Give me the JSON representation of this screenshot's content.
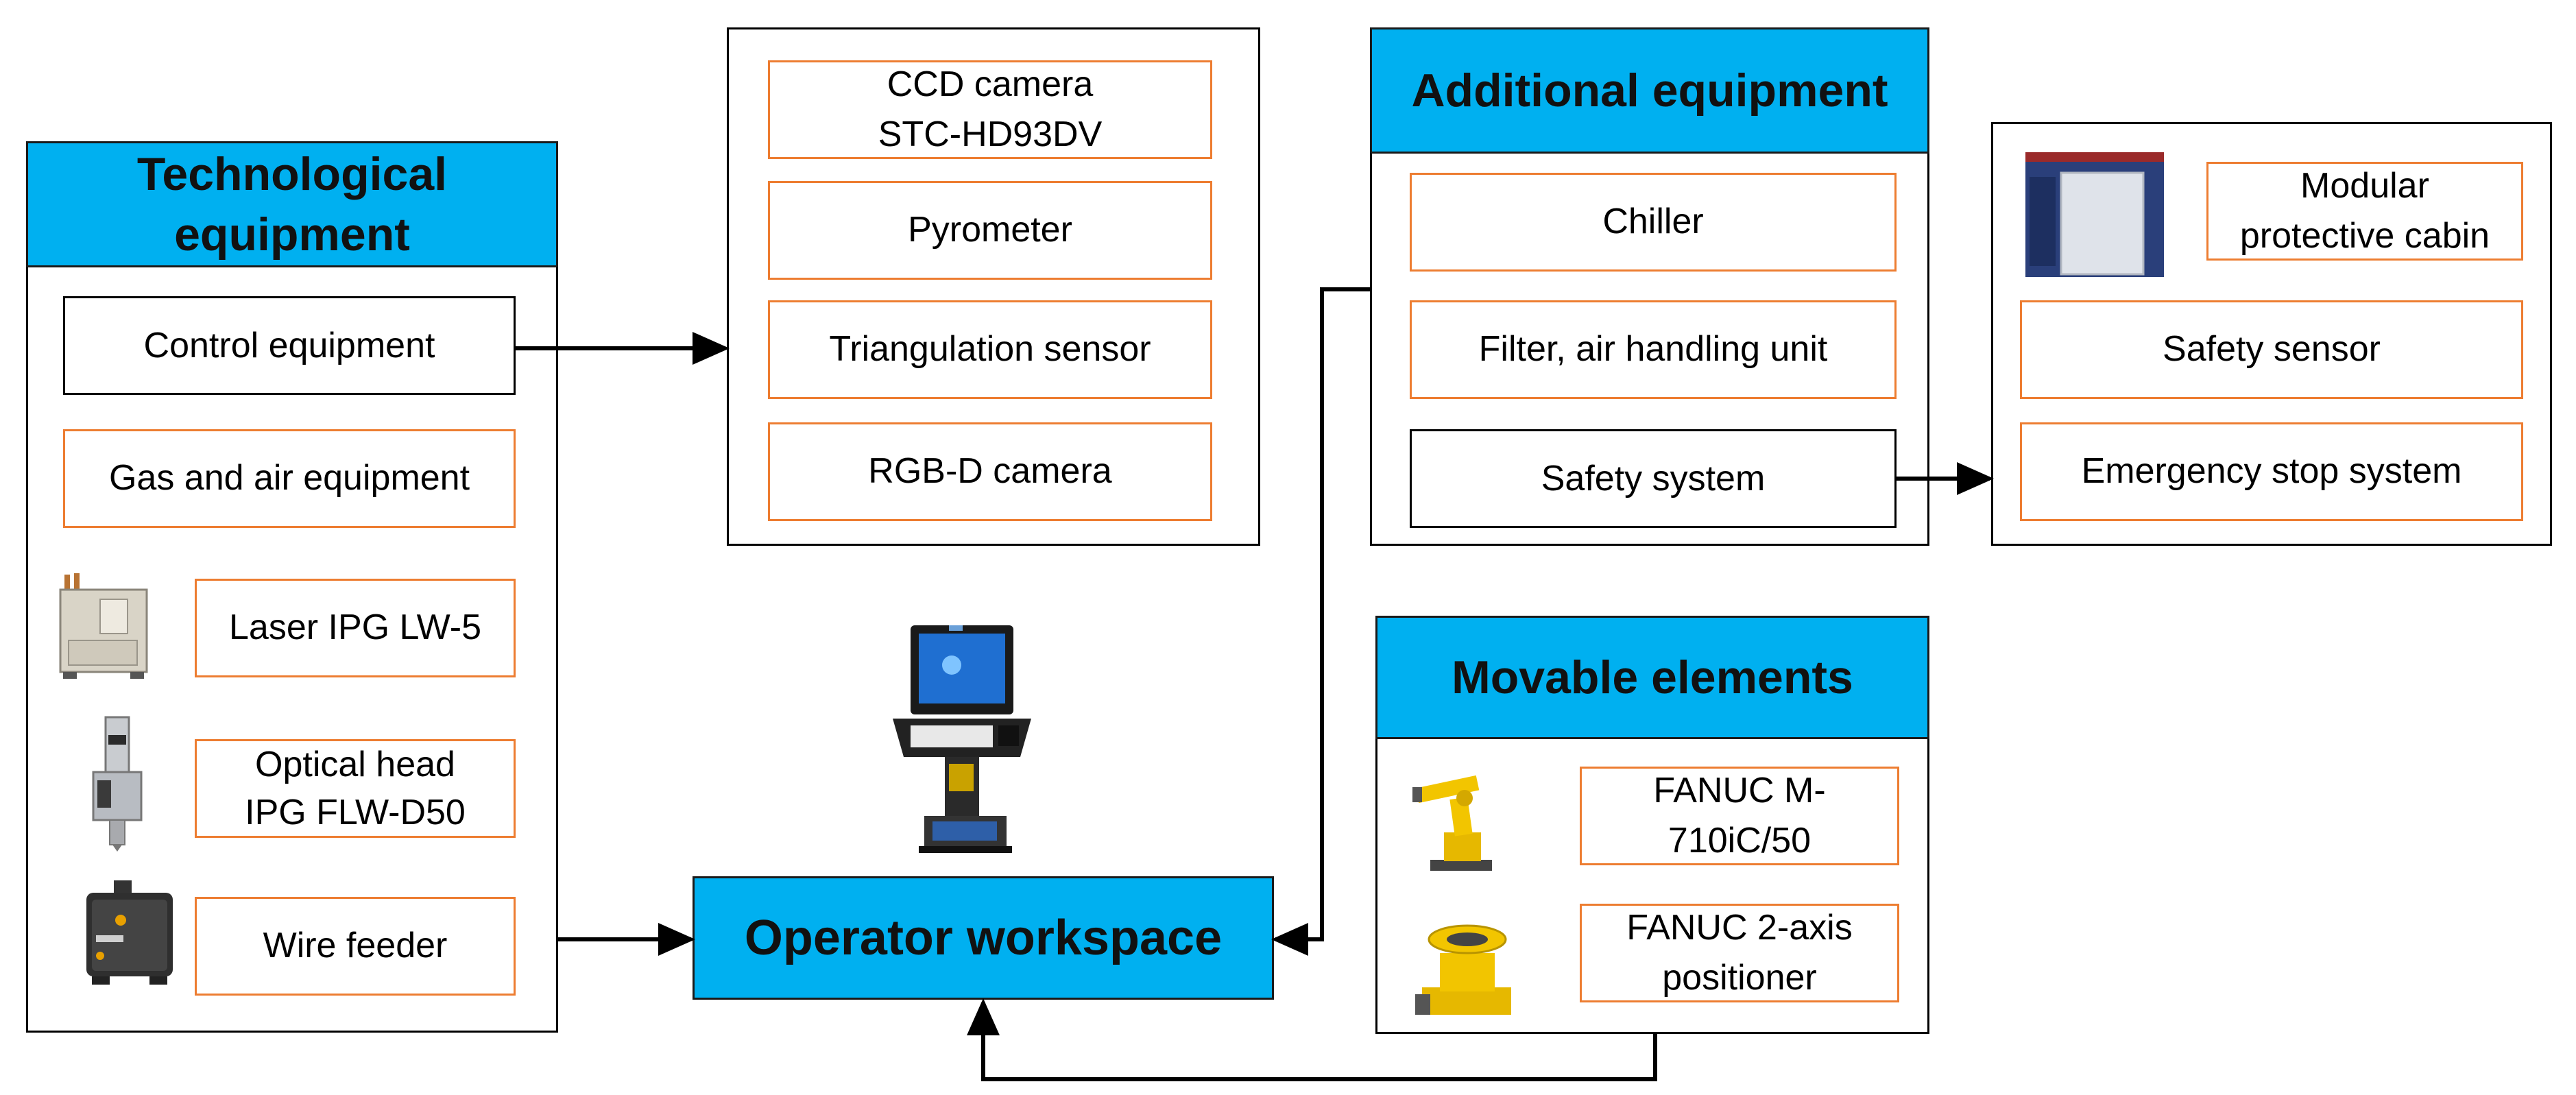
{
  "technological": {
    "title": "Technological\nequipment",
    "control": "Control equipment",
    "gas": "Gas and air equipment",
    "laser": "Laser IPG LW-5",
    "optical": "Optical head\nIPG FLW-D50",
    "wire": "Wire feeder"
  },
  "sensors": {
    "ccd": "CCD camera\nSTC-HD93DV",
    "pyrometer": "Pyrometer",
    "triangulation": "Triangulation sensor",
    "rgbd": "RGB-D camera"
  },
  "additional": {
    "title": "Additional equipment",
    "chiller": "Chiller",
    "filter": "Filter, air handling unit",
    "safety": "Safety system"
  },
  "safety_group": {
    "cabin": "Modular\nprotective cabin",
    "sensor": "Safety sensor",
    "estop": "Emergency stop system"
  },
  "movable": {
    "title": "Movable elements",
    "robot": "FANUC M-\n710iC/50",
    "positioner": "FANUC 2-axis\npositioner"
  },
  "operator": {
    "title": "Operator workspace"
  },
  "colors": {
    "header_blue": "#00b0f0",
    "box_orange": "#ed7d31",
    "robot_yellow": "#f2c500"
  }
}
